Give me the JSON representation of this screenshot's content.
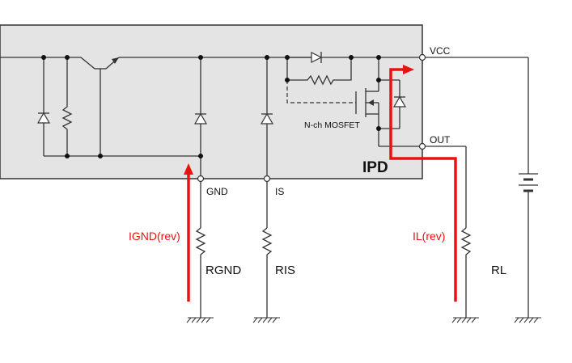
{
  "labels": {
    "block": "IPD",
    "vcc": "VCC",
    "out": "OUT",
    "gnd": "GND",
    "is": "IS",
    "mosfet": "N-ch MOSFET",
    "rgnd": "RGND",
    "ris": "RIS",
    "rl": "RL",
    "ignd": "IGND(rev)",
    "il": "IL(rev)"
  },
  "colors": {
    "block_fill": "#e4e4e4",
    "current_arrow": "#e8130f",
    "wire": "#333333"
  }
}
